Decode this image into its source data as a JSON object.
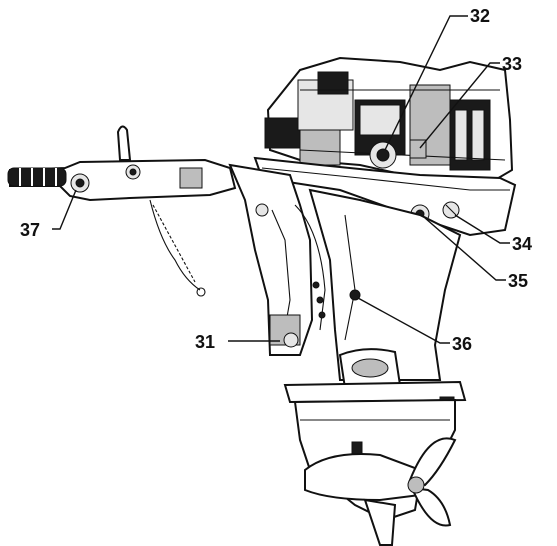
{
  "callouts": [
    {
      "id": "31",
      "label": "31"
    },
    {
      "id": "32",
      "label": "32"
    },
    {
      "id": "33",
      "label": "33"
    },
    {
      "id": "34",
      "label": "34"
    },
    {
      "id": "35",
      "label": "35"
    },
    {
      "id": "36",
      "label": "36"
    },
    {
      "id": "37",
      "label": "37"
    }
  ],
  "colors": {
    "ink": "#111111",
    "background": "#ffffff",
    "shade": "#bdbdbd"
  }
}
